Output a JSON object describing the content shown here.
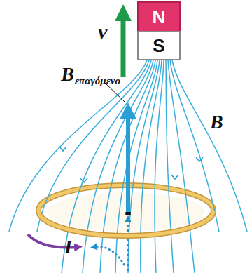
{
  "diagram": {
    "nodes": [
      {
        "text": [
          "N"
        ]
      },
      {
        "text": [
          "S"
        ]
      }
    ],
    "labels": [
      "v",
      "B",
      "επαγόμενο",
      "B",
      "I"
    ]
  }
}
